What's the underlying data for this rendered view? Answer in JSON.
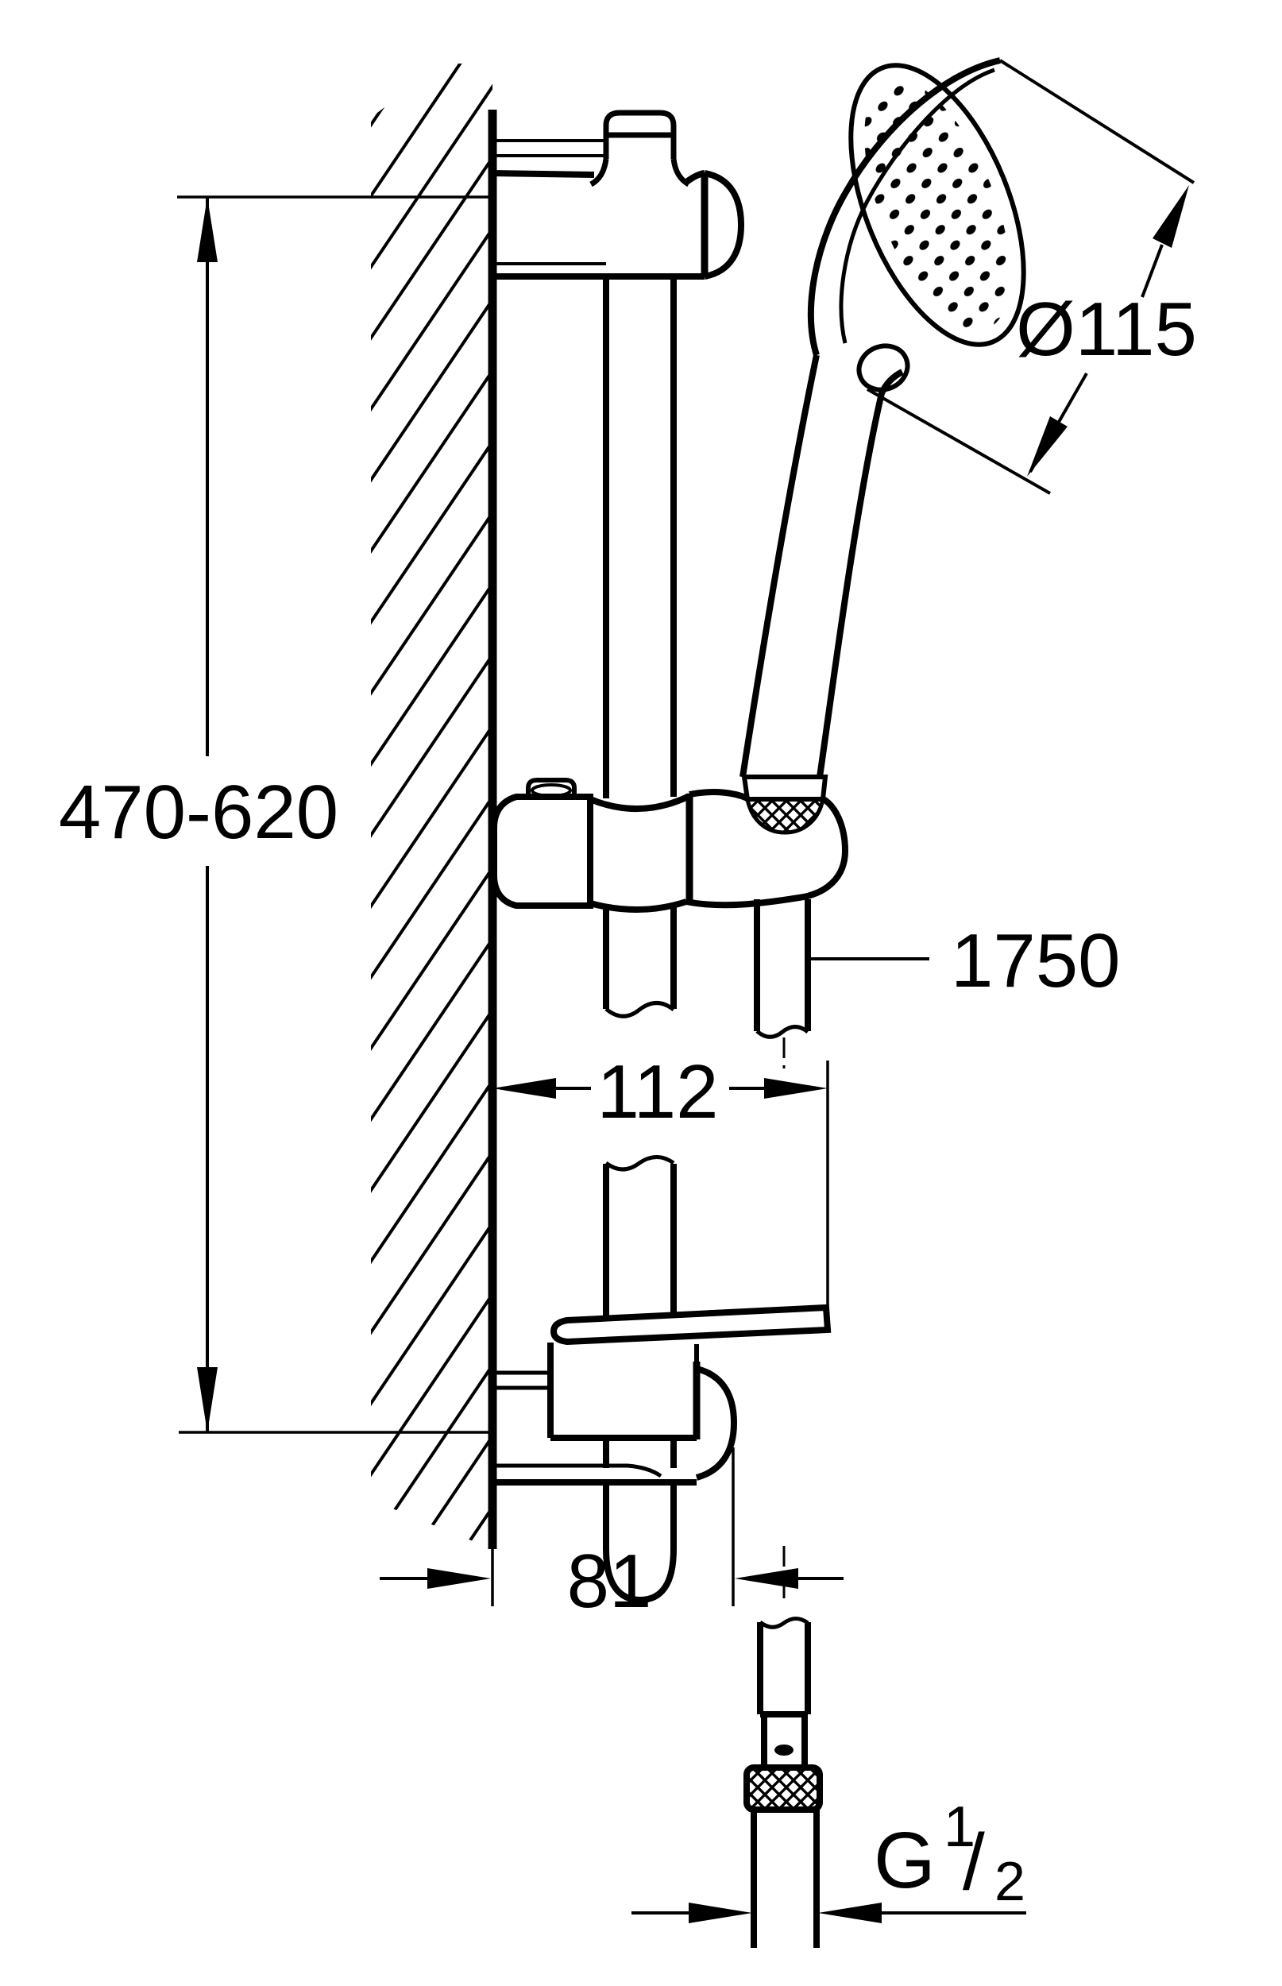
{
  "page": {
    "background": "#ffffff",
    "ink": "#000000",
    "kind": "technical dimension drawing",
    "subject": "shower rail set with hand shower, wall elevation"
  },
  "dimensions": {
    "rail_height": {
      "value": "470-620"
    },
    "head_diameter": {
      "value": "Ø115"
    },
    "hose_length": {
      "value": "1750"
    },
    "wall_to_hose": {
      "value": "112"
    },
    "wall_to_rail_end": {
      "value": "81"
    },
    "thread": {
      "prefix": "G",
      "numerator": "1",
      "slash": "/",
      "denominator": "2"
    }
  }
}
